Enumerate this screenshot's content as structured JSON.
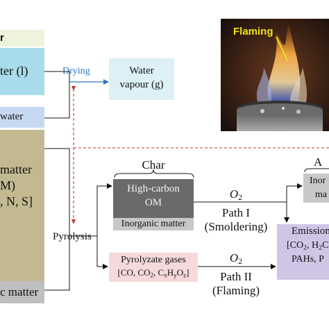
{
  "left_column": {
    "header_fragment": "r",
    "water_liquid": "ter (l)",
    "bound_water": "water",
    "organic_matter_line1": "matter",
    "organic_matter_line2": "M)",
    "organic_matter_line3": ", N, S]",
    "inorganic_matter": "c matter"
  },
  "drying": {
    "label": "Drying"
  },
  "water_vapour": {
    "line1": "Water",
    "line2": "vapour (g)"
  },
  "photo": {
    "label": "Flaming"
  },
  "char": {
    "label": "Char",
    "high_carbon_line1": "High-carbon",
    "high_carbon_line2": "OM",
    "inorganic": "Inorganic matter"
  },
  "pyrolysis": {
    "label": "Pyrolysis"
  },
  "pyrolyzate": {
    "line1": "Pyrolyzate gases",
    "line2_prefix": "[CO, CO",
    "line2_s1": "2",
    "line2_mid": ", C",
    "line2_s2": "x",
    "line2_mid2": "H",
    "line2_s3": "y",
    "line2_mid3": "O",
    "line2_s4": "z",
    "line2_suffix": "]"
  },
  "path1": {
    "o": "O",
    "o_sub": "2",
    "line1": "Path I",
    "line2": "(Smoldering)"
  },
  "path2": {
    "o": "O",
    "o_sub": "2",
    "line1": "Path II",
    "line2": "(Flaming)"
  },
  "ash": {
    "label": "A",
    "line1": "Inor",
    "line2": "ma"
  },
  "emission": {
    "line1": "Emission",
    "line2_prefix": "[CO",
    "line2_s1": "2",
    "line2_mid": ", H",
    "line2_s2": "2",
    "line2_suffix": "C",
    "line3": "PAHs, P"
  },
  "colors": {
    "header_bg": "#eef3dc",
    "water_bg": "#a9dcea",
    "bound_water_bg": "#c7d9f1",
    "organic_bg": "#c3b991",
    "inorganic_bg": "#bfbfbf",
    "vapour_bg": "#dcf0f6",
    "high_carbon_bg": "#6a6a6a",
    "pyrolyzate_bg": "#f6dada",
    "emission_bg": "#cfc6e6",
    "arrow_blue": "#2f78c4",
    "arrow_red": "#c0392b",
    "label_yellow": "#f2e21a"
  }
}
